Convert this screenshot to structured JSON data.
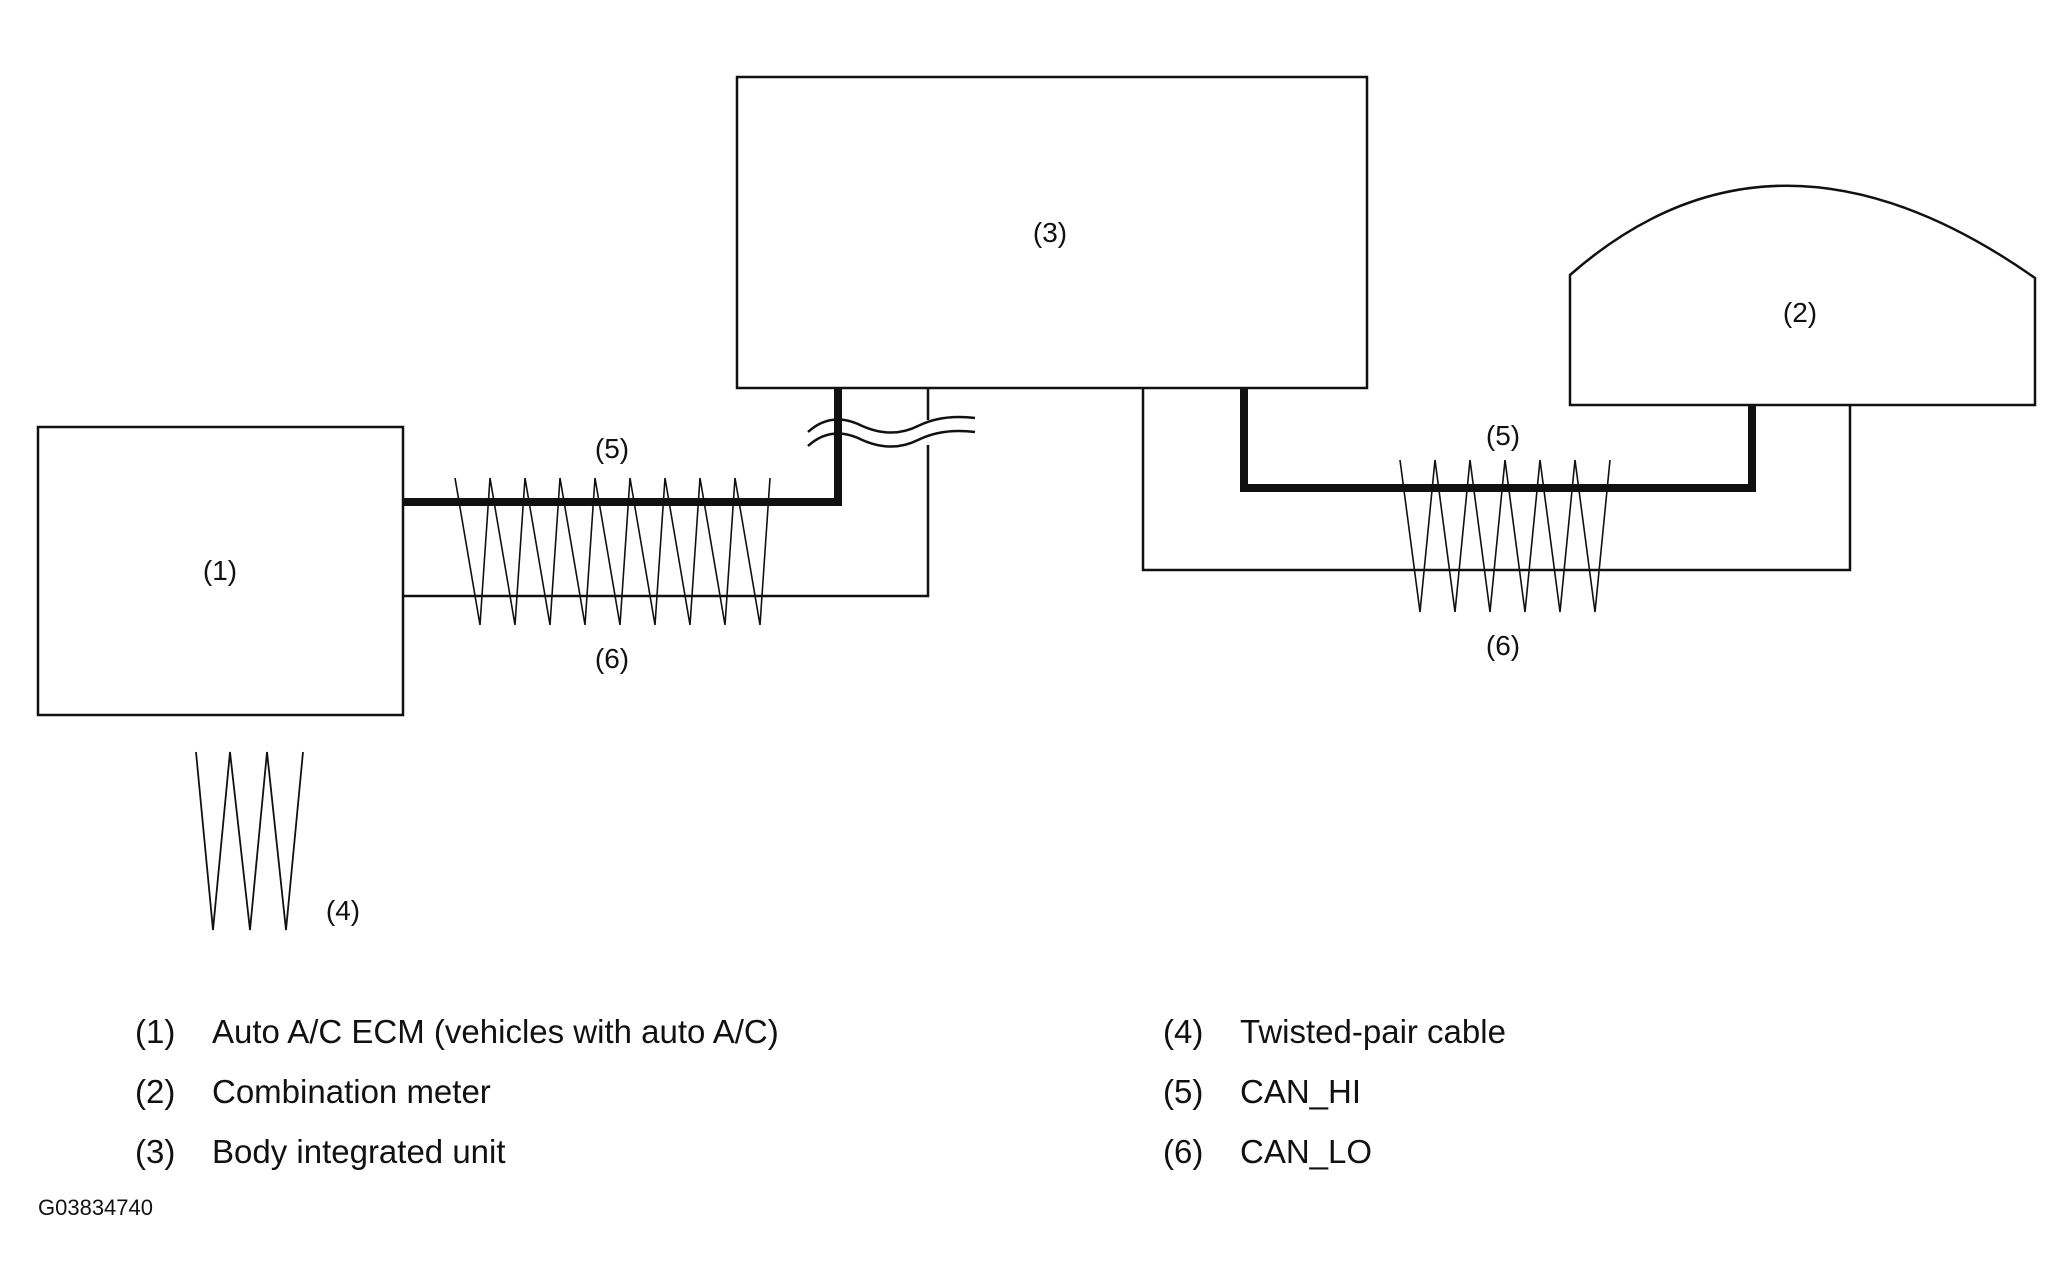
{
  "diagram": {
    "component_labels": {
      "ecm": "(1)",
      "meter": "(2)",
      "body_unit": "(3)",
      "twisted_pair": "(4)",
      "can_hi_left": "(5)",
      "can_lo_left": "(6)",
      "can_hi_right": "(5)",
      "can_lo_right": "(6)"
    },
    "legend": [
      {
        "num": "(1)",
        "text": "Auto A/C ECM (vehicles with auto A/C)"
      },
      {
        "num": "(2)",
        "text": "Combination meter"
      },
      {
        "num": "(3)",
        "text": "Body integrated unit"
      },
      {
        "num": "(4)",
        "text": "Twisted-pair cable"
      },
      {
        "num": "(5)",
        "text": "CAN_HI"
      },
      {
        "num": "(6)",
        "text": "CAN_LO"
      }
    ],
    "figure_code": "G03834740",
    "colors": {
      "line": "#111111",
      "background": "#ffffff"
    }
  }
}
